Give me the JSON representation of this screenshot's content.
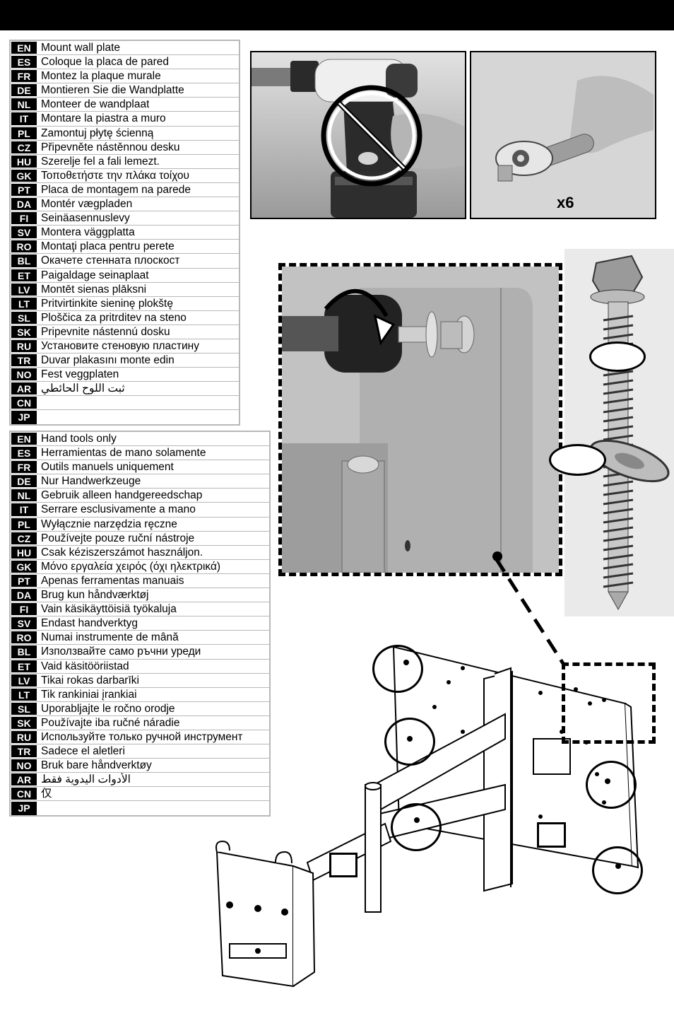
{
  "header": {
    "bar_color": "#000000"
  },
  "mount_table": {
    "rows": [
      {
        "code": "EN",
        "text": "Mount wall plate"
      },
      {
        "code": "ES",
        "text": "Coloque la placa de pared"
      },
      {
        "code": "FR",
        "text": "Montez la plaque murale"
      },
      {
        "code": "DE",
        "text": "Montieren Sie die Wandplatte"
      },
      {
        "code": "NL",
        "text": "Monteer de wandplaat"
      },
      {
        "code": "IT",
        "text": "Montare la piastra a muro"
      },
      {
        "code": "PL",
        "text": "Zamontuj płytę ścienną"
      },
      {
        "code": "CZ",
        "text": "Připevněte nástěnnou desku"
      },
      {
        "code": "HU",
        "text": "Szerelje fel a fali lemezt."
      },
      {
        "code": "GK",
        "text": "Τοποθετήστε την πλάκα τοίχου"
      },
      {
        "code": "PT",
        "text": "Placa de montagem na parede"
      },
      {
        "code": "DA",
        "text": "Montér vægpladen"
      },
      {
        "code": "FI",
        "text": "Seinäasennuslevy"
      },
      {
        "code": "SV",
        "text": "Montera väggplatta"
      },
      {
        "code": "RO",
        "text": "Montaţi placa pentru perete"
      },
      {
        "code": "BL",
        "text": "Окачете стенната плоскост"
      },
      {
        "code": "ET",
        "text": "Paigaldage seinaplaat"
      },
      {
        "code": "LV",
        "text": "Montēt sienas plāksni"
      },
      {
        "code": "LT",
        "text": "Pritvirtinkite sieninę plokštę"
      },
      {
        "code": "SL",
        "text": "Ploščica za pritrditev na steno"
      },
      {
        "code": "SK",
        "text": "Pripevnite nástennú dosku"
      },
      {
        "code": "RU",
        "text": "Установите стеновую пластину"
      },
      {
        "code": "TR",
        "text": "Duvar plakasını monte edin"
      },
      {
        "code": "NO",
        "text": "Fest veggplaten"
      },
      {
        "code": "AR",
        "text": "ثبت اللوح الحائطي"
      },
      {
        "code": "CN",
        "text": ""
      },
      {
        "code": "JP",
        "text": ""
      }
    ]
  },
  "tools_table": {
    "rows": [
      {
        "code": "EN",
        "text": "Hand tools only"
      },
      {
        "code": "ES",
        "text": "Herramientas de mano solamente"
      },
      {
        "code": "FR",
        "text": "Outils manuels uniquement"
      },
      {
        "code": "DE",
        "text": "Nur Handwerkzeuge"
      },
      {
        "code": "NL",
        "text": "Gebruik alleen handgereedschap"
      },
      {
        "code": "IT",
        "text": "Serrare esclusivamente a mano"
      },
      {
        "code": "PL",
        "text": "Wyłącznie narzędzia ręczne"
      },
      {
        "code": "CZ",
        "text": "Používejte pouze ruční nástroje"
      },
      {
        "code": "HU",
        "text": "Csak kéziszerszámot használjon."
      },
      {
        "code": "GK",
        "text": "Μόνο εργαλεία χειρός (όχι ηλεκτρικά)"
      },
      {
        "code": "PT",
        "text": "Apenas ferramentas manuais"
      },
      {
        "code": "DA",
        "text": "Brug kun håndværktøj"
      },
      {
        "code": "FI",
        "text": "Vain käsikäyttöisiä työkaluja"
      },
      {
        "code": "SV",
        "text": "Endast handverktyg"
      },
      {
        "code": "RO",
        "text": "Numai instrumente de mână"
      },
      {
        "code": "BL",
        "text": "Използвайте само ръчни уреди"
      },
      {
        "code": "ET",
        "text": "Vaid käsitööriistad"
      },
      {
        "code": "LV",
        "text": "Tikai rokas darbarīki"
      },
      {
        "code": "LT",
        "text": "Tik rankiniai įrankiai"
      },
      {
        "code": "SL",
        "text": "Uporabljajte le ročno orodje"
      },
      {
        "code": "SK",
        "text": "Používajte iba ručné náradie"
      },
      {
        "code": "RU",
        "text": "Используйте только ручной инструмент"
      },
      {
        "code": "TR",
        "text": "Sadece el aletleri"
      },
      {
        "code": "NO",
        "text": "Bruk bare håndverktøy"
      },
      {
        "code": "AR",
        "text": "الأدوات اليدوية فقط"
      },
      {
        "code": "CN",
        "text": "仅"
      },
      {
        "code": "JP",
        "text": ""
      }
    ]
  },
  "illustrations": {
    "drill_prohibited_icon": "no-power-drill-icon",
    "ratchet_icon": "socket-wrench-icon",
    "ratchet_quantity": "x6",
    "rotation_arrow_icon": "clockwise-arrow-icon",
    "lag_bolt_icon": "lag-bolt-icon",
    "mount_icon": "articulating-wall-mount-icon"
  }
}
